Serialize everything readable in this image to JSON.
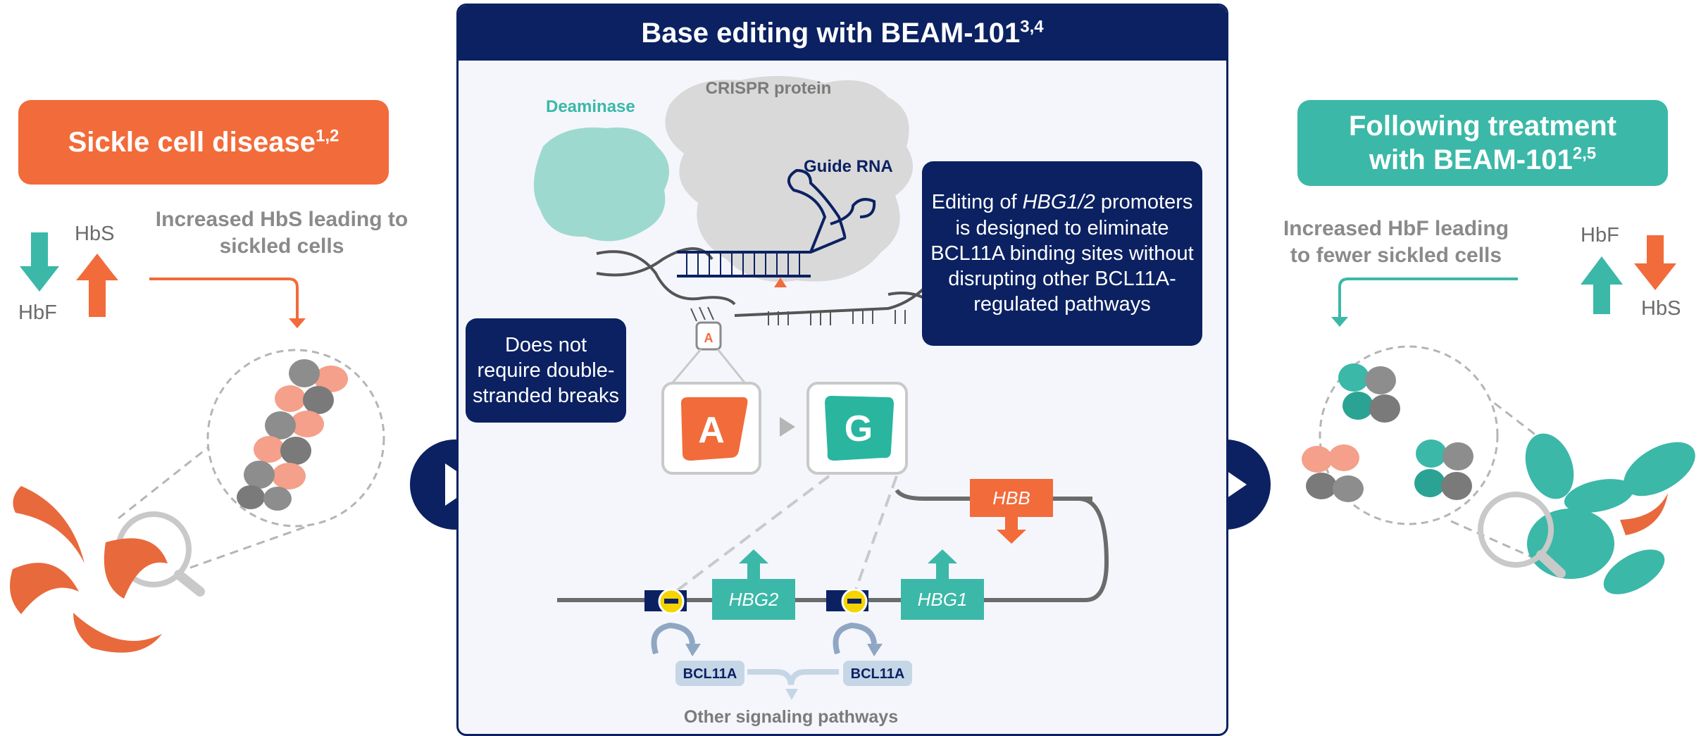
{
  "left": {
    "title": "Sickle cell disease",
    "title_refs": "1,2",
    "caption": "Increased HbS leading to sickled cells",
    "hbs_label": "HbS",
    "hbf_label": "HbF"
  },
  "center": {
    "header_title": "Base editing with BEAM-101",
    "header_refs": "3,4",
    "crispr_label": "CRISPR protein",
    "deaminase_label": "Deaminase",
    "guide_rna_label": "Guide RNA",
    "editing_box_pre": "Editing of ",
    "editing_box_italic": "HBG1/2",
    "editing_box_post": " promoters is designed to eliminate BCL11A binding sites without disrupting other BCL11A-regulated pathways",
    "no_break_box": "Does not require double-stranded breaks",
    "base_a": "A",
    "base_g": "G",
    "small_a": "A",
    "hbb_label": "HBB",
    "hbg2_label": "HBG2",
    "hbg1_label": "HBG1",
    "bcl11a_left": "BCL11A",
    "bcl11a_right": "BCL11A",
    "other_pathways": "Other signaling pathways"
  },
  "right": {
    "title_line1": "Following treatment",
    "title_line2": "with BEAM-101",
    "title_refs": "2,5",
    "caption": "Increased HbF leading to fewer sickled cells",
    "hbf_label": "HbF",
    "hbs_label": "HbS"
  },
  "colors": {
    "navy": "#0b2162",
    "orange": "#f26b3a",
    "teal": "#3bb8a8",
    "gray": "#8a8a8a"
  }
}
